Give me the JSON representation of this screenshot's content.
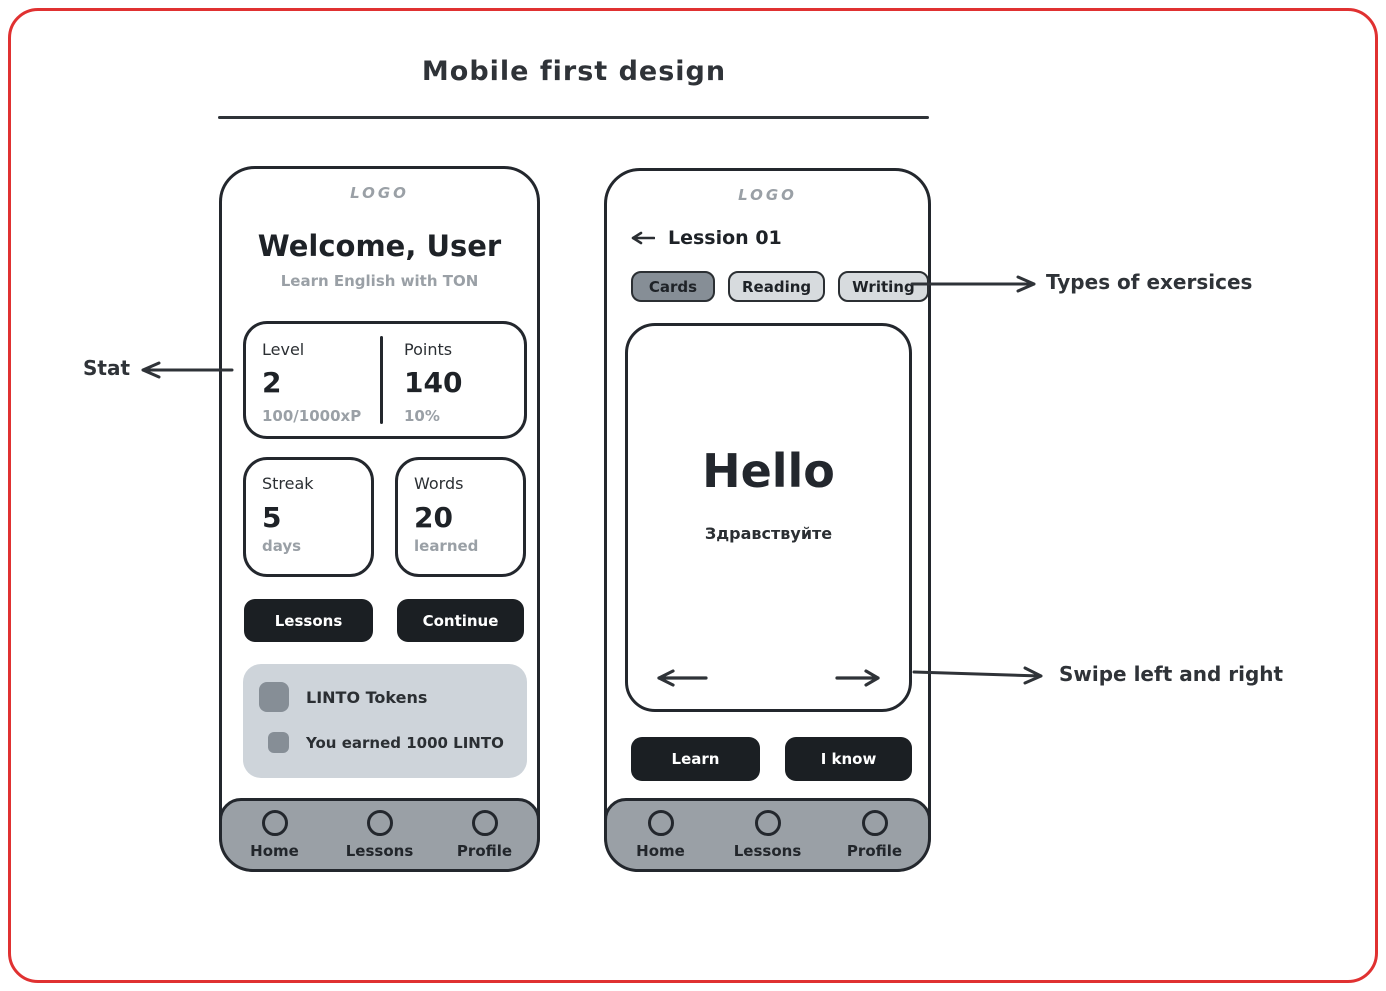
{
  "canvas": {
    "title": "Mobile first design",
    "border_color": "#e03131",
    "ink_color": "#23272d",
    "muted_color": "#9aa0a6",
    "fill_gray": "#9aa0a6",
    "fill_light_gray": "#ced4da",
    "fill_dark_gray": "#868e96",
    "button_color": "#1b1f23"
  },
  "annotations": {
    "stat": "Stat",
    "types_of_exercises": "Types of exersices",
    "swipe": "Swipe left and right"
  },
  "phone_home": {
    "logo": "LOGO",
    "welcome": "Welcome, User",
    "subtitle": "Learn English with TON",
    "stats": {
      "level_label": "Level",
      "level_value": "2",
      "level_sub": "100/1000xP",
      "points_label": "Points",
      "points_value": "140",
      "points_sub": "10%"
    },
    "streak": {
      "label": "Streak",
      "value": "5",
      "unit": "days"
    },
    "words": {
      "label": "Words",
      "value": "20",
      "unit": "learned"
    },
    "actions": {
      "lessons": "Lessons",
      "continue": "Continue"
    },
    "tokens": {
      "title": "LINTO Tokens",
      "message": "You earned 1000 LINTO"
    },
    "nav": [
      {
        "label": "Home"
      },
      {
        "label": "Lessons"
      },
      {
        "label": "Profile"
      }
    ]
  },
  "phone_lesson": {
    "logo": "LOGO",
    "lesson_title": "Lession 01",
    "tabs": [
      {
        "label": "Cards",
        "active": true
      },
      {
        "label": "Reading",
        "active": false
      },
      {
        "label": "Writing",
        "active": false
      }
    ],
    "card": {
      "word": "Hello",
      "translation": "Здравствуйте"
    },
    "actions": {
      "learn": "Learn",
      "i_know": "I know"
    },
    "nav": [
      {
        "label": "Home"
      },
      {
        "label": "Lessons"
      },
      {
        "label": "Profile"
      }
    ]
  }
}
